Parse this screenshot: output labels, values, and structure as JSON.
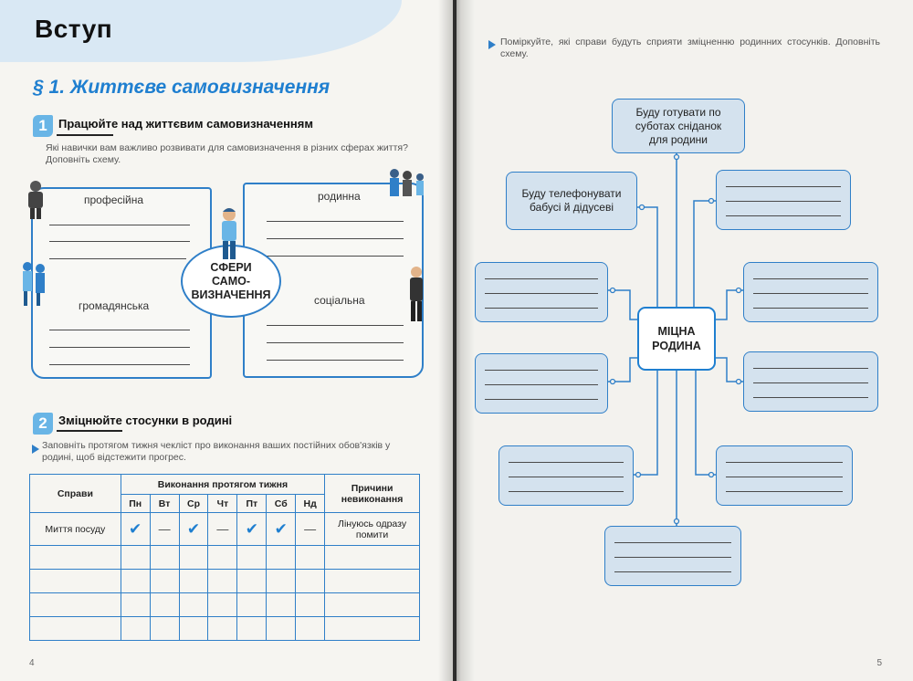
{
  "left_page": {
    "header": "Вступ",
    "section_title": "§ 1. Життєве самовизначення",
    "task1": {
      "number": "1",
      "title": "Працюйте над життєвим самовизначенням",
      "text": "Які навички вам важливо розвивати для самовизначення в різних сферах життя? Доповніть схему.",
      "center": "СФЕРИ\nСАМО-\nВИЗНАЧЕННЯ",
      "spheres": [
        "професійна",
        "родинна",
        "громадянська",
        "соціальна"
      ]
    },
    "task2": {
      "number": "2",
      "title": "Зміцнюйте стосунки в родині",
      "text": "Заповніть протягом тижня чекліст про виконання ваших постійних обов'язків у родині, щоб відстежити прогрес.",
      "table": {
        "col_tasks": "Справи",
        "col_week": "Виконання протягом тижня",
        "col_reasons": "Причини невиконання",
        "days": [
          "Пн",
          "Вт",
          "Ср",
          "Чт",
          "Пт",
          "Сб",
          "Нд"
        ],
        "rows": [
          {
            "task": "Миття посуду",
            "marks": [
              "✔",
              "—",
              "✔",
              "—",
              "✔",
              "✔",
              "—"
            ],
            "reason": "Лінуюсь одразу помити"
          }
        ]
      }
    },
    "page_number": "4"
  },
  "right_page": {
    "task_text": "Поміркуйте, які справи будуть сприяти зміцненню родинних стосунків. Доповніть схему.",
    "center": "МІЦНА\nРОДИНА",
    "nodes": [
      "Буду готувати по\nсуботах сніданок\nдля родини",
      "Буду телефонувати\nбабусі й дідусеві"
    ],
    "page_number": "5"
  },
  "colors": {
    "accent_blue": "#2f7fc8",
    "node_fill": "#d4e2ee",
    "badge_blue": "#69b5e6",
    "header_band": "#d9e8f4"
  }
}
